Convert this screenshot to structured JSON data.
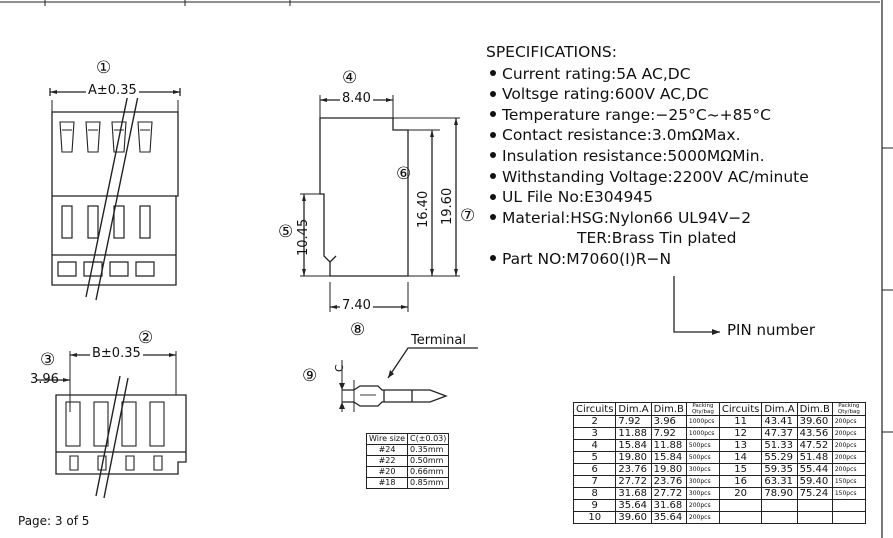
{
  "drawing": {
    "circle_labels": [
      "①",
      "②",
      "③",
      "④",
      "⑤",
      "⑥",
      "⑦",
      "⑧",
      "⑨"
    ],
    "dims": {
      "dim_a": "A±0.35",
      "dim_b": "B±0.35",
      "pitch": "3.96",
      "width_top": "8.40",
      "width_bottom": "7.40",
      "height_left": "10.45",
      "height_mid": "16.40",
      "height_right": "19.60",
      "dim_c": "C"
    },
    "terminal_label": "Terminal",
    "pin_number_label": "PIN number"
  },
  "specifications": {
    "title": "SPECIFICATIONS:",
    "items": [
      "Current rating:5A AC,DC",
      "Voltsge rating:600V AC,DC",
      "Temperature range:−25°C~+85°C",
      "Contact resistance:3.0mΩMax.",
      "Insulation resistance:5000MΩMin.",
      "Withstanding Voltage:2200V AC/minute",
      "UL File No:E304945",
      "Material:HSG:Nylon66 UL94V−2"
    ],
    "material_sub": "TER:Brass Tin plated",
    "part_no": "Part NO:M7060(I)R−N"
  },
  "wire_table": {
    "headers": [
      "Wire size",
      "C(±0.03)"
    ],
    "rows": [
      [
        "#24",
        "0.35mm"
      ],
      [
        "#22",
        "0.50mm"
      ],
      [
        "#20",
        "0.66mm"
      ],
      [
        "#18",
        "0.85mm"
      ]
    ]
  },
  "circuit_table": {
    "headers": [
      "Circuits",
      "Dim.A",
      "Dim.B",
      "Packing Qty/bag",
      "Circuits",
      "Dim.A",
      "Dim.B",
      "Packing Qty/bag"
    ],
    "rows": [
      [
        "2",
        "7.92",
        "3.96",
        "1000pcs",
        "11",
        "43.41",
        "39.60",
        "200pcs"
      ],
      [
        "3",
        "11.88",
        "7.92",
        "1000pcs",
        "12",
        "47.37",
        "43.56",
        "200pcs"
      ],
      [
        "4",
        "15.84",
        "11.88",
        "500pcs",
        "13",
        "51.33",
        "47.52",
        "200pcs"
      ],
      [
        "5",
        "19.80",
        "15.84",
        "500pcs",
        "14",
        "55.29",
        "51.48",
        "200pcs"
      ],
      [
        "6",
        "23.76",
        "19.80",
        "300pcs",
        "15",
        "59.35",
        "55.44",
        "200pcs"
      ],
      [
        "7",
        "27.72",
        "23.76",
        "300pcs",
        "16",
        "63.31",
        "59.40",
        "150pcs"
      ],
      [
        "8",
        "31.68",
        "27.72",
        "300pcs",
        "20",
        "78.90",
        "75.24",
        "150pcs"
      ],
      [
        "9",
        "35.64",
        "31.68",
        "200pcs",
        "",
        "",
        "",
        ""
      ],
      [
        "10",
        "39.60",
        "35.64",
        "200pcs",
        "",
        "",
        "",
        ""
      ]
    ]
  },
  "footer": {
    "page": "Page: 3 of 5"
  }
}
